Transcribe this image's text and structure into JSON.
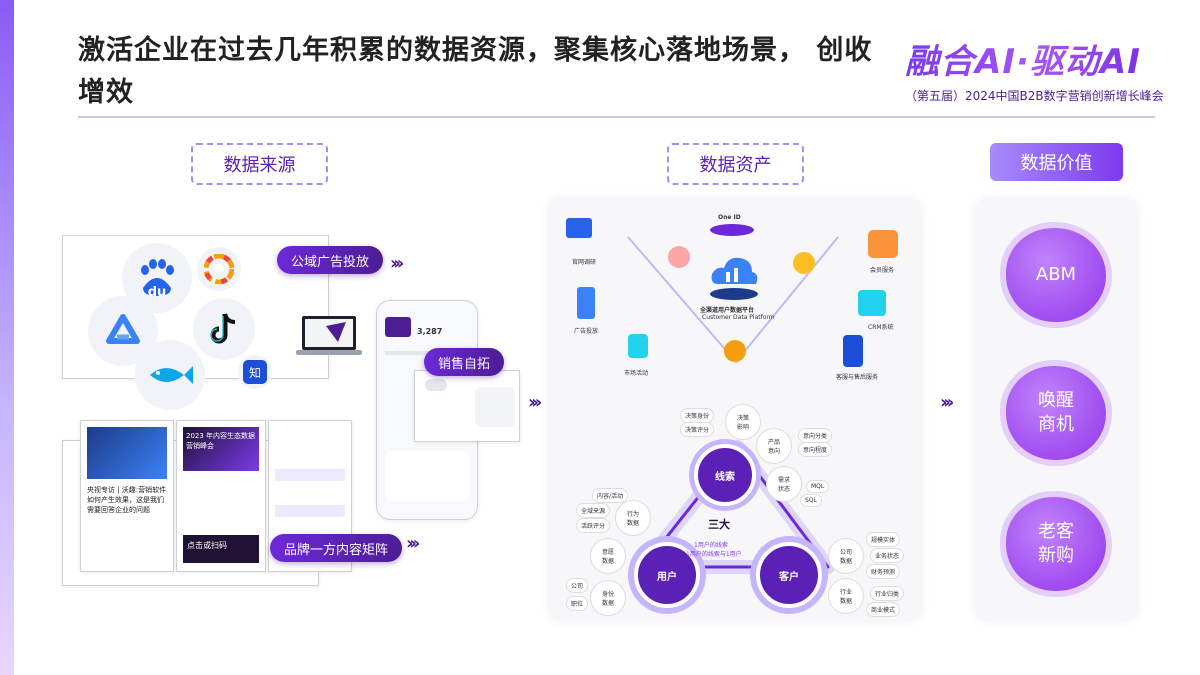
{
  "title": "激活企业在过去几年积累的数据资源，聚集核心落地场景， 创收增效",
  "logo": {
    "main": "融合AI·驱动AI",
    "sub": "（第五届）2024中国B2B数字营销创新增长峰会"
  },
  "sections": {
    "source": "数据来源",
    "asset": "数据资产",
    "value": "数据价值"
  },
  "source": {
    "pill_ad": "公域广告投放",
    "pill_sales": "销售自拓",
    "pill_content": "品牌一方内容矩阵",
    "zhihu_char": "知",
    "baidu_text": "du",
    "article_1": "央视专访 | 沃趣:营销软件如何产生效果，这是我们需要回答企业的问题",
    "article_2_title": "2023 年内容生态数据营销峰会",
    "qr_caption": "点击或扫码",
    "phone_stat": "3,287"
  },
  "assets": {
    "cdp_title": "全渠道用户数据平台",
    "cdp_sub": "Customer Data Platform",
    "one_id": "One ID",
    "labels_left": [
      "官网调研",
      "广告投放",
      "市场活动"
    ],
    "labels_right": [
      "会员服务",
      "CRM系统",
      "客服与售后服务"
    ],
    "triangle_top": "线索",
    "triangle_left": "用户",
    "triangle_right": "客户",
    "center_title": "三大",
    "center_sub1": "1用户的线索",
    "center_sub2": "1用户的线索与1用户",
    "nodes": [
      "决策\n影响",
      "产品\n意向",
      "需求\n状态",
      "行为\n数据",
      "意愿\n数据",
      "身份\n数据",
      "公司\n数据",
      "行业\n数据"
    ],
    "tags": [
      "决策身份",
      "决策评分",
      "意向分类",
      "意向程度",
      "MQL",
      "SQL",
      "内容/活动",
      "全域来源",
      "活跃评分",
      "公司",
      "职位",
      "规模实体",
      "业务状态",
      "财务预测",
      "行业归类",
      "商业模式"
    ]
  },
  "values": [
    "ABM",
    "唤醒\n商机",
    "老客\n新购"
  ],
  "colors": {
    "accent": "#7c3aed",
    "dark": "#4c1d95",
    "blob": "#a855f7"
  }
}
